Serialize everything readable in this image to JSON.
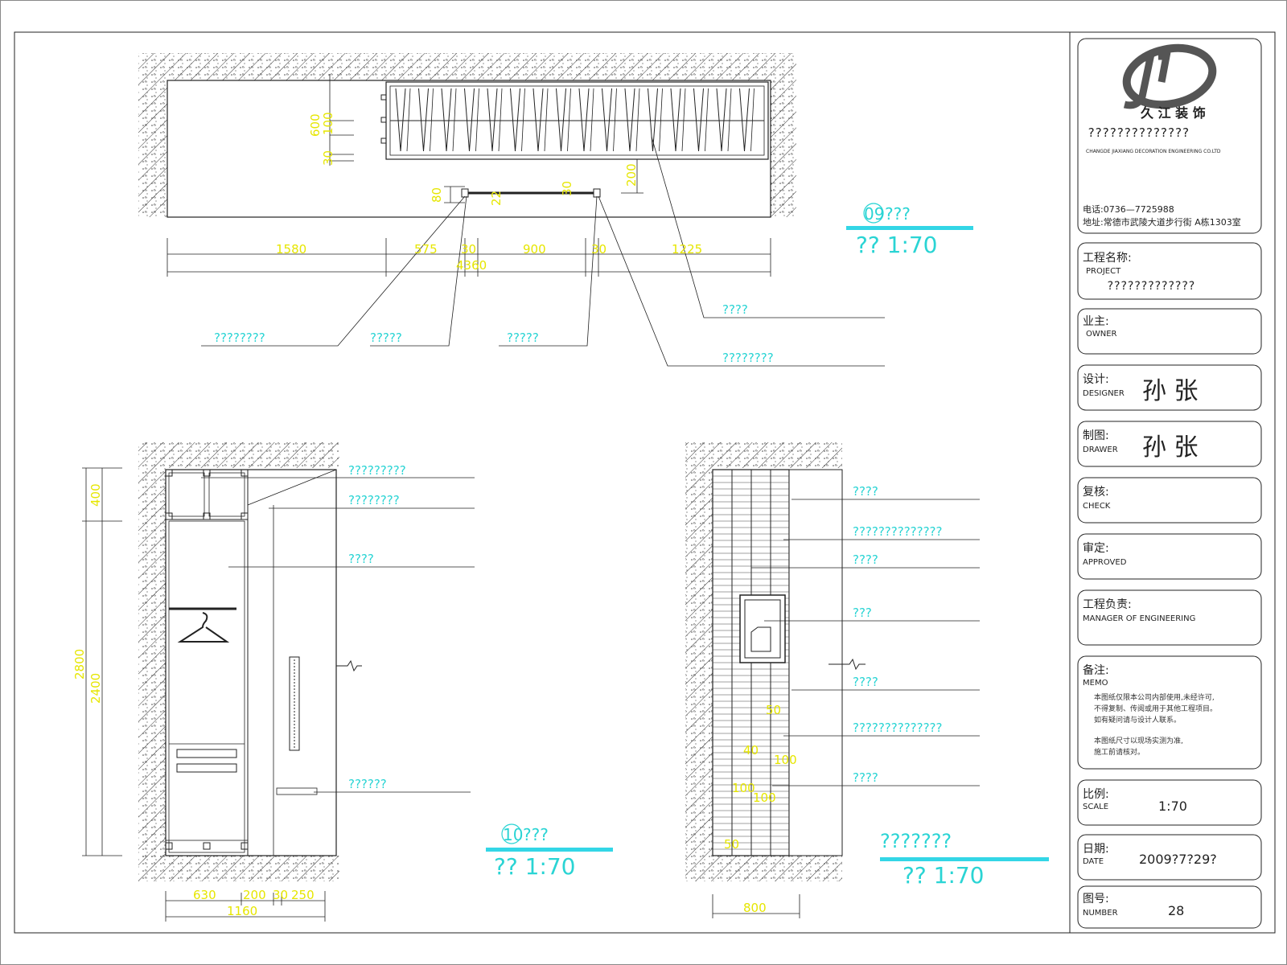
{
  "colors": {
    "dim": "#e6e600",
    "label": "#2ad4d4",
    "line": "#222222",
    "title_bar": "#33d6e6",
    "frame": "#000000"
  },
  "plan": {
    "section_id": "09",
    "section_suffix": "???",
    "scale_text": "?? 1:70",
    "dims_horizontal": [
      "1580",
      "575",
      "30",
      "900",
      "30",
      "1225"
    ],
    "dim_total": "4360",
    "dims_vertical": [
      "600",
      "100",
      "30"
    ],
    "dim_rod_a": "80",
    "dim_rod_b": "22",
    "dim_rod_c": "30",
    "dim_200": "200",
    "callouts": [
      "????????",
      "?????",
      "?????",
      "????",
      "????????"
    ]
  },
  "elev10": {
    "section_id": "10",
    "section_suffix": "???",
    "scale_text": "?? 1:70",
    "dims_vertical": [
      "400",
      "2800",
      "2400"
    ],
    "dims_horizontal": [
      "630",
      "200",
      "30",
      "250"
    ],
    "dim_total": "1160",
    "callouts": [
      "?????????",
      "????????",
      "????",
      "??????"
    ]
  },
  "elev_right": {
    "title": "???????",
    "scale_text": "?? 1:70",
    "dim_width": "800",
    "dims_inner": [
      "50",
      "40",
      "100",
      "100",
      "100",
      "50"
    ],
    "callouts": [
      "????",
      "??????????????",
      "????",
      "???",
      "????",
      "??????????????",
      "????"
    ]
  },
  "titleblock": {
    "company_name": "??????????????",
    "company_sub": "CHANGDE JIAXIANG DECORATION ENGINEERING CO.LTD",
    "phone": "电话:0736—7725988",
    "address": "地址:常德市武陵大道步行街 A栋1303室",
    "project_label": "工程名称:",
    "project_en": "PROJECT",
    "project_value": "?????????????",
    "owner_label": "业主:",
    "owner_en": "OWNER",
    "designer_label": "设计:",
    "designer_en": "DESIGNER",
    "designer_value": "孙 张",
    "drawer_label": "制图:",
    "drawer_en": "DRAWER",
    "drawer_value": "孙 张",
    "check_label": "复核:",
    "check_en": "CHECK",
    "approved_label": "审定:",
    "approved_en": "APPROVED",
    "manager_label": "工程负责:",
    "manager_en": "MANAGER OF ENGINEERING",
    "memo_label": "备注:",
    "memo_en": "MEMO",
    "memo_line1": "本图纸仅限本公司内部使用,未经许可,",
    "memo_line2": "不得复制、传阅或用于其他工程项目。",
    "memo_line3": "如有疑问请与设计人联系。",
    "memo_line4": "本图纸尺寸以现场实测为准,",
    "memo_line5": "施工前请核对。",
    "scale_label": "比例:",
    "scale_en": "SCALE",
    "scale_value": "1:70",
    "date_label": "日期:",
    "date_en": "DATE",
    "date_value": "2009?7?29?",
    "number_label": "图号:",
    "number_en": "NUMBER",
    "number_value": "28"
  }
}
